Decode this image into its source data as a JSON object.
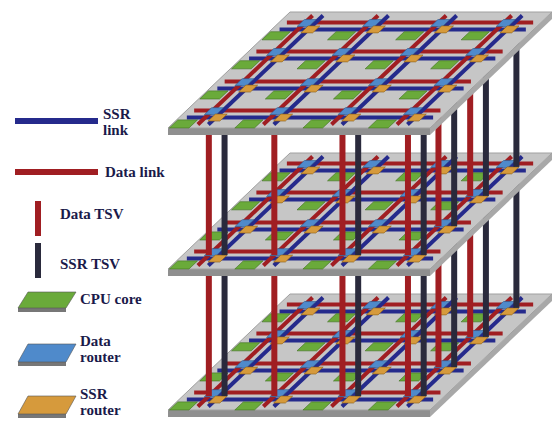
{
  "diagram": {
    "legend": [
      {
        "text": "SSR link"
      },
      {
        "text": "Data link"
      },
      {
        "text": "Data TSV"
      },
      {
        "text": "SSR TSV"
      },
      {
        "text": "CPU core",
        "color": "#6aaa3a"
      },
      {
        "text": "Data router",
        "color": "#4f8acb"
      },
      {
        "text": "SSR router",
        "color": "#d69a3c"
      }
    ]
  }
}
